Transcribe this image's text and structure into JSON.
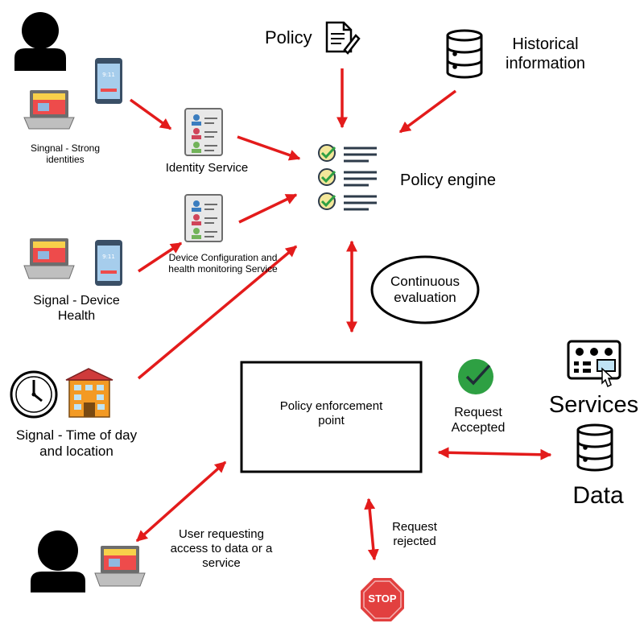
{
  "colors": {
    "arrow": "#e31b1b",
    "check_green": "#2ea043",
    "check_yellow": "#f3e79a",
    "stop_red": "#e2403f",
    "screen_red": "#ee4b4b",
    "screen_yellow": "#f8d04a",
    "badge_blue": "#3b7dbf",
    "badge_red": "#d0455a",
    "badge_green": "#72b35a",
    "house_orange": "#f39a24",
    "house_red": "#cf3b3b"
  },
  "icons": [
    "user-icon",
    "smartphone-icon",
    "laptop-icon",
    "id-card-icon",
    "document-pen-icon",
    "database-icon",
    "checklist-icon",
    "clock-icon",
    "building-icon",
    "checkmark-circle-icon",
    "control-panel-icon",
    "stop-sign-icon"
  ],
  "labels": {
    "policy": "Policy",
    "historical": "Historical\ninformation",
    "policy_engine": "Policy engine",
    "signal_identities": "Singnal - Strong\nidentities",
    "identity_service": "Identity Service",
    "device_service": "Device Configuration and\nhealth monitoring Service",
    "signal_device": "Signal - Device\nHealth",
    "continuous": "Continuous\nevaluation",
    "signal_time": "Signal - Time of day\nand location",
    "pep": "Policy enforcement\npoint",
    "accepted": "Request\nAccepted",
    "services": "Services",
    "data": "Data",
    "user_request": "User requesting\naccess to data or a\nservice",
    "rejected": "Request\nrejected",
    "stop": "STOP"
  }
}
